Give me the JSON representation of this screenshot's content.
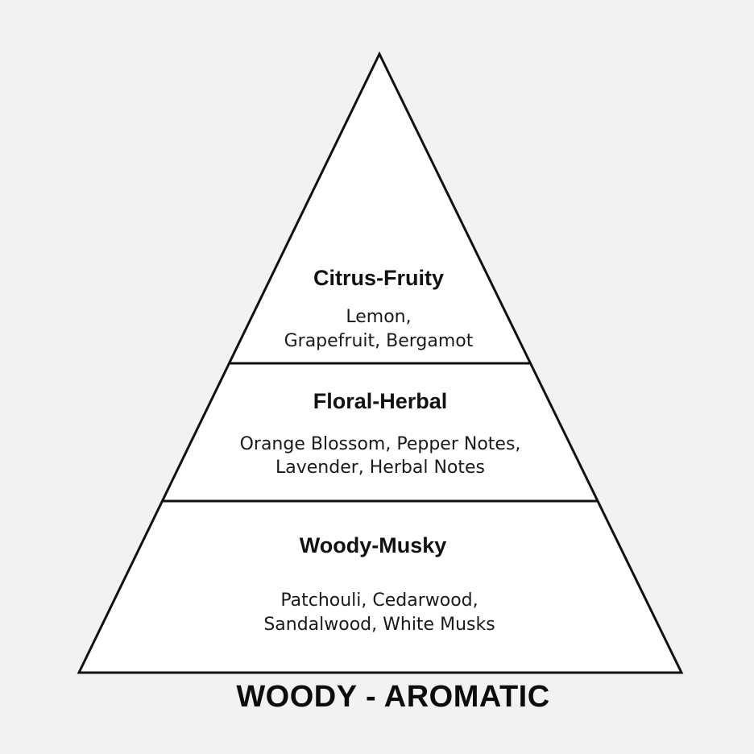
{
  "diagram": {
    "tiers": [
      {
        "title": "Citrus-Fruity",
        "notes": [
          "Lemon,",
          "Grapefruit, Bergamot"
        ]
      },
      {
        "title": "Floral-Herbal",
        "notes": [
          "Orange Blossom, Pepper Notes,",
          "Lavender, Herbal Notes"
        ]
      },
      {
        "title": "Woody-Musky",
        "notes": [
          "Patchouli, Cedarwood,",
          "Sandalwood, White Musks"
        ]
      }
    ],
    "footer": "WOODY - AROMATIC"
  },
  "colors": {
    "background": "#f2f2f2",
    "fill": "#ffffff",
    "stroke": "#111111"
  }
}
